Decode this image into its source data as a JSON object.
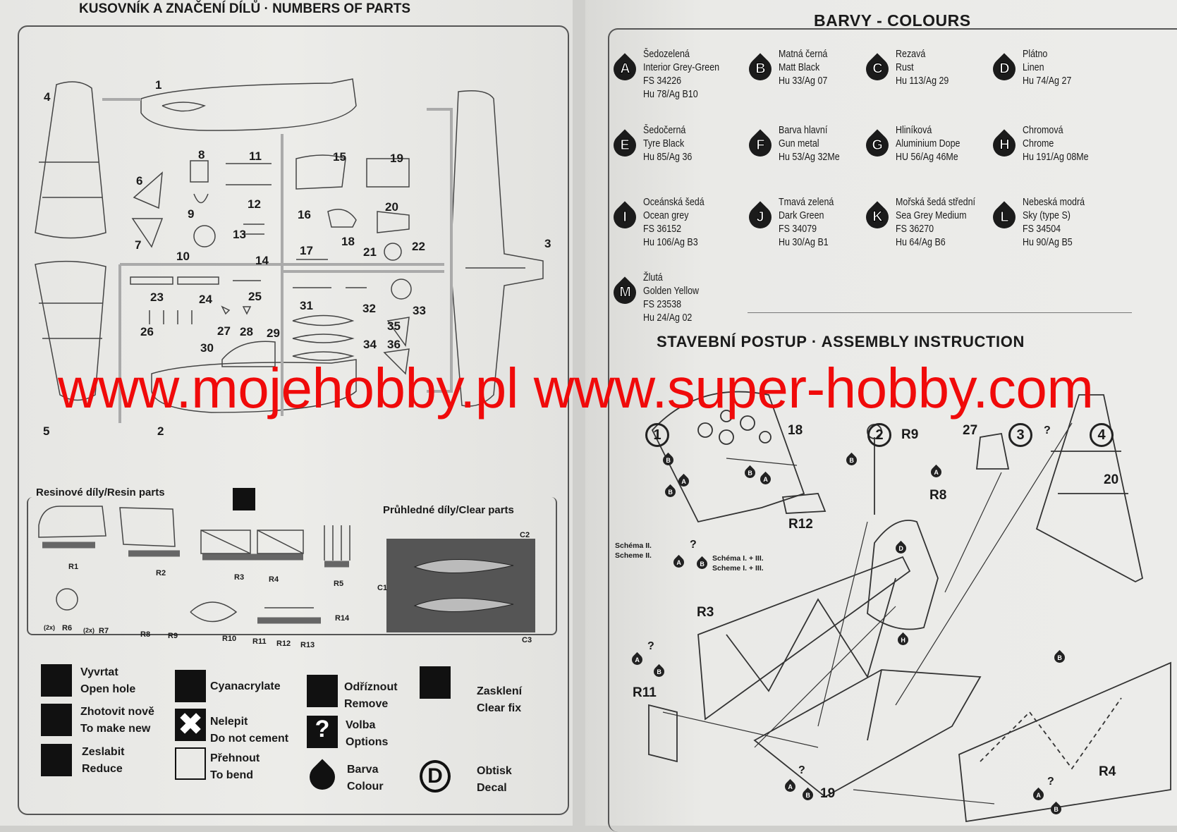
{
  "left_page": {
    "title": "KUSOVNÍK A ZNAČENÍ DÍLŮ · NUMBERS OF PARTS",
    "part_numbers": [
      "1",
      "2",
      "3",
      "4",
      "5",
      "6",
      "7",
      "8",
      "9",
      "10",
      "11",
      "12",
      "13",
      "14",
      "15",
      "16",
      "17",
      "18",
      "19",
      "20",
      "21",
      "22",
      "23",
      "24",
      "25",
      "26",
      "27",
      "28",
      "29",
      "30",
      "31",
      "32",
      "33",
      "34",
      "35",
      "36"
    ],
    "resin_title": "Resinové díly/Resin parts",
    "clear_title": "Průhledné díly/Clear parts",
    "resin_labels": [
      "R1",
      "R2",
      "R3",
      "R4",
      "R5",
      "R6",
      "R7",
      "R8",
      "R9",
      "R10",
      "R11",
      "R12",
      "R13",
      "R14"
    ],
    "qty_2x": "(2x)",
    "clear_labels": [
      "C1",
      "C2",
      "C3"
    ],
    "legend": [
      {
        "icon": "drill-icon",
        "cz": "Vyvrtat",
        "en": "Open hole"
      },
      {
        "icon": "make-new-icon",
        "cz": "Zhotovit nově",
        "en": "To make new"
      },
      {
        "icon": "reduce-icon",
        "cz": "Zeslabit",
        "en": "Reduce"
      },
      {
        "icon": "cyanoacrylate-icon",
        "cz": "",
        "en": "Cyanacrylate"
      },
      {
        "icon": "do-not-cement-icon",
        "cz": "Nelepit",
        "en": "Do not cement"
      },
      {
        "icon": "bend-icon",
        "cz": "Přehnout",
        "en": "To bend"
      },
      {
        "icon": "knife-icon",
        "cz": "Odříznout",
        "en": "Remove"
      },
      {
        "icon": "question-icon",
        "cz": "Volba",
        "en": "Options"
      },
      {
        "icon": "paint-drop-icon",
        "cz": "Barva",
        "en": "Colour"
      },
      {
        "icon": "clear-fix-icon",
        "cz": "Zasklení",
        "en": "Clear fix"
      },
      {
        "icon": "decal-icon",
        "cz": "Obtisk",
        "en": "Decal"
      }
    ]
  },
  "colours": {
    "title": "BARVY - COLOURS",
    "items": [
      {
        "letter": "A",
        "lines": [
          "Šedozelená",
          "Interior Grey-Green",
          "FS 34226",
          "Hu 78/Ag B10"
        ]
      },
      {
        "letter": "B",
        "lines": [
          "Matná černá",
          "Matt Black",
          "Hu 33/Ag 07"
        ]
      },
      {
        "letter": "C",
        "lines": [
          "Rezavá",
          "Rust",
          "Hu 113/Ag 29"
        ]
      },
      {
        "letter": "D",
        "lines": [
          "Plátno",
          "Linen",
          "Hu 74/Ag 27"
        ]
      },
      {
        "letter": "E",
        "lines": [
          "Šedočerná",
          "Tyre Black",
          "Hu 85/Ag 36"
        ]
      },
      {
        "letter": "F",
        "lines": [
          "Barva hlavní",
          "Gun metal",
          "Hu 53/Ag 32Me"
        ]
      },
      {
        "letter": "G",
        "lines": [
          "Hliníková",
          "Aluminium Dope",
          "HU 56/Ag 46Me"
        ]
      },
      {
        "letter": "H",
        "lines": [
          "Chromová",
          "Chrome",
          "Hu 191/Ag 08Me"
        ]
      },
      {
        "letter": "I",
        "lines": [
          "Oceánská šedá",
          "Ocean grey",
          "FS 36152",
          "Hu 106/Ag B3"
        ]
      },
      {
        "letter": "J",
        "lines": [
          "Tmavá zelená",
          "Dark Green",
          "FS 34079",
          "Hu  30/Ag B1"
        ]
      },
      {
        "letter": "K",
        "lines": [
          "Mořská šedá střední",
          "Sea Grey Medium",
          "FS  36270",
          "Hu 64/Ag B6"
        ]
      },
      {
        "letter": "L",
        "lines": [
          "Nebeská modrá",
          "Sky (type S)",
          "FS 34504",
          "Hu  90/Ag B5"
        ]
      },
      {
        "letter": "M",
        "lines": [
          "Žlutá",
          "Golden Yellow",
          "FS 23538",
          "Hu 24/Ag 02"
        ]
      }
    ]
  },
  "assembly": {
    "title": "STAVEBNÍ POSTUP · ASSEMBLY INSTRUCTION",
    "steps": [
      "1",
      "2",
      "3",
      "4"
    ],
    "labels": {
      "p18": "18",
      "r9": "R9",
      "r12": "R12",
      "r8": "R8",
      "p20": "20",
      "p27": "27",
      "r3": "R3",
      "r11": "R11",
      "r4": "R4",
      "p19": "19"
    },
    "scheme2_cz": "Schéma II.",
    "scheme2_en": "Scheme II.",
    "scheme13_cz": "Schéma I. + III.",
    "scheme13_en": "Scheme I. + III.",
    "colour_markers": [
      "A",
      "B",
      "D",
      "H"
    ],
    "option_mark": "?"
  },
  "watermark": "www.mojehobby.pl www.super-hobby.com",
  "colors": {
    "watermark": "#f00a0a",
    "ink": "#1a1a1a",
    "paper": "#ebebe8"
  }
}
